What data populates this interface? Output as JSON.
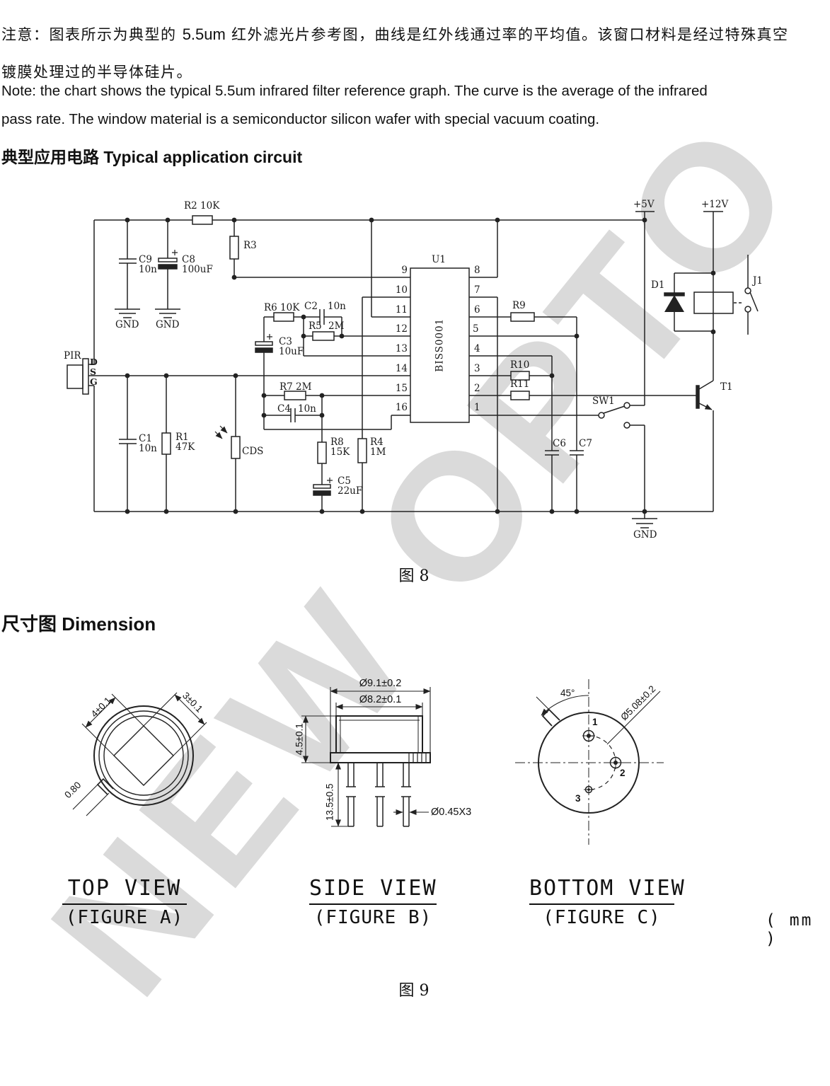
{
  "note": {
    "zh_line1_a": "注意：图表所示为典型的 ",
    "zh_line1_num": "5.5um",
    "zh_line1_b": " 红外滤光片参考图，曲线是红外线通过率的平均值。该窗口材料是经过特殊真空",
    "zh_line2": "镀膜处理过的半导体硅片。",
    "en_line1": "Note: the chart shows the typical 5.5um infrared filter reference graph. The curve is the average of the infrared",
    "en_line2": "pass rate. The window material is a semiconductor silicon wafer with special vacuum coating."
  },
  "sections": {
    "circuit_heading_zh": "典型应用电路",
    "circuit_heading_en": "Typical application circuit",
    "dimension_heading_zh": "尺寸图",
    "dimension_heading_en": "Dimension",
    "figure8_caption": "图 8",
    "figure9_caption": "图 9",
    "units_note": "( mm )"
  },
  "watermark": {
    "text": "NEW OPTO",
    "color": "#dadada"
  },
  "circuit": {
    "ic": {
      "ref": "U1",
      "part": "BISS0001"
    },
    "ic_left_pins": [
      "9",
      "10",
      "11",
      "12",
      "13",
      "14",
      "15",
      "16"
    ],
    "ic_right_pins": [
      "8",
      "7",
      "6",
      "5",
      "4",
      "3",
      "2",
      "1"
    ],
    "labels": {
      "r2": "R2  10K",
      "r3": "R3",
      "c9_ref": "C9",
      "c9_val": "10n",
      "c8_ref": "C8",
      "c8_val": "100uF",
      "gnd1": "GND",
      "gnd2": "GND",
      "gnd3": "GND",
      "r6": "R6  10K",
      "c2_ref": "C2",
      "c2_val": "10n",
      "r5_ref": "R5",
      "r5_val": "2M",
      "c3_ref": "C3",
      "c3_val": "10uF",
      "r7": "R7  2M",
      "c4_ref": "C4",
      "c4_val": "10n",
      "pir": "PIR",
      "pin_d": "D",
      "pin_s": "S",
      "pin_g": "G",
      "c1_ref": "C1",
      "c1_val": "10n",
      "r1_ref": "R1",
      "r1_val": "47K",
      "cds": "CDS",
      "r8_ref": "R8",
      "r8_val": "15K",
      "r4_ref": "R4",
      "r4_val": "1M",
      "c5_ref": "C5",
      "c5_val": "22uF",
      "r9": "R9",
      "r10": "R10",
      "r11": "R11",
      "sw1": "SW1",
      "c6": "C6",
      "c7": "C7",
      "v5": "+5V",
      "v12": "+12V",
      "d1": "D1",
      "j1": "J1",
      "t1": "T1"
    }
  },
  "dimensions": {
    "top_view": {
      "title": "TOP VIEW",
      "subtitle": "(FIGURE A)"
    },
    "side_view": {
      "title": "SIDE VIEW",
      "subtitle": "(FIGURE B)"
    },
    "bottom_view": {
      "title": "BOTTOM VIEW",
      "subtitle": "(FIGURE C)"
    },
    "dims": {
      "top_4": "4±0.1",
      "top_3": "3±0.1",
      "top_080": "0.80",
      "side_d_outer": "Ø9.1±0.2",
      "side_d_inner": "Ø8.2±0.1",
      "side_h": "4.5±0.1",
      "side_pin_len": "13.5±0.5",
      "side_pin_d": "Ø0.45X3",
      "bot_angle": "45°",
      "bot_circle": "Ø5.08±0.2",
      "p1": "1",
      "p2": "2",
      "p3": "3"
    }
  }
}
